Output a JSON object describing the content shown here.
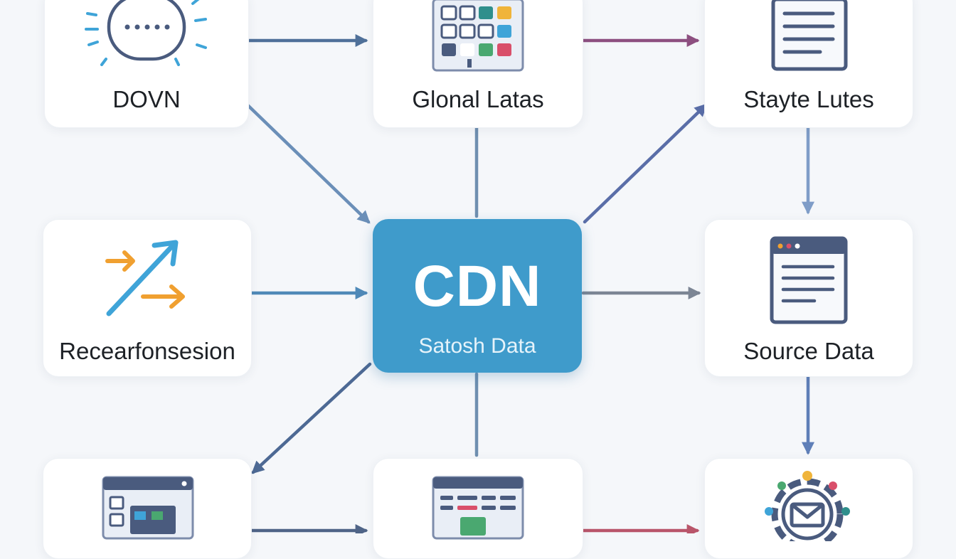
{
  "nodes": {
    "top_left": {
      "label": "DOVN",
      "icon": "chat-bubble-icon"
    },
    "top_middle": {
      "label": "Glonal Latas",
      "icon": "grid-calendar-icon"
    },
    "top_right": {
      "label": "Stayte Lutes",
      "icon": "document-list-icon"
    },
    "middle_left": {
      "label": "Recearfonsesion",
      "icon": "transfer-arrows-icon"
    },
    "center": {
      "title": "CDN",
      "subtitle": "Satosh Data"
    },
    "middle_right": {
      "label": "Source Data",
      "icon": "browser-document-icon"
    },
    "bottom_left": {
      "label": "",
      "icon": "dashboard-window-icon"
    },
    "bottom_middle": {
      "label": "",
      "icon": "table-window-icon"
    },
    "bottom_right": {
      "label": "",
      "icon": "gear-mail-icon"
    }
  },
  "edges": [
    {
      "from": "top_left",
      "to": "top_middle",
      "color": "#4f7099"
    },
    {
      "from": "top_middle",
      "to": "top_right",
      "color": "#8d4f80"
    },
    {
      "from": "top_left",
      "to": "center",
      "color": "#6b8fb8"
    },
    {
      "from": "top_middle",
      "to": "center",
      "color": "#6f8fb0",
      "arrow": false
    },
    {
      "from": "center",
      "to": "top_right",
      "color": "#5a6ea8"
    },
    {
      "from": "top_right",
      "to": "middle_right",
      "color": "#7f9dc8"
    },
    {
      "from": "middle_left",
      "to": "center",
      "color": "#4f89b8"
    },
    {
      "from": "center",
      "to": "middle_right",
      "color": "#7c8594"
    },
    {
      "from": "center",
      "to": "bottom_left",
      "color": "#4d6994"
    },
    {
      "from": "center",
      "to": "bottom_middle",
      "color": "#6f8fb0",
      "arrow": false
    },
    {
      "from": "middle_right",
      "to": "bottom_right",
      "color": "#5f7fb8"
    },
    {
      "from": "bottom_left",
      "to": "bottom_middle",
      "color": "#4f6487"
    },
    {
      "from": "bottom_middle",
      "to": "bottom_right",
      "color": "#b9556a"
    }
  ],
  "colors": {
    "center_fill": "#3f9bcb",
    "icon_navy": "#4a5b7e",
    "icon_blue": "#3fa4d8",
    "icon_orange": "#f0a030",
    "icon_green": "#4aa870",
    "icon_teal": "#2f8f8c"
  }
}
